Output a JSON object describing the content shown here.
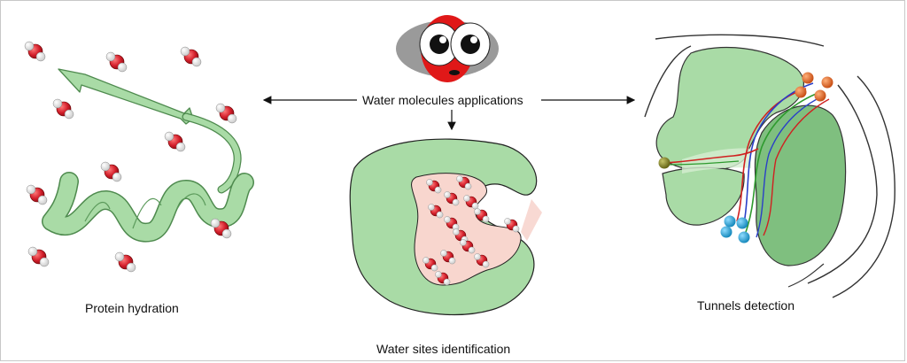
{
  "title": "Water molecules applications",
  "panels": {
    "hydration": "Protein hydration",
    "sites": "Water sites identification",
    "tunnels": "Tunnels detection"
  },
  "icons": [
    "mascot-face-icon",
    "water-molecule-icon",
    "protein-helix-icon",
    "protein-pocket-icon",
    "tunnel-paths-icon"
  ],
  "colors": {
    "protein": "#a9dba6",
    "protein_stroke": "#5b9a5b",
    "water_oxygen": "#d21e2a",
    "water_hydrogen": "#ffffff",
    "mascot_red": "#e01818",
    "cavity": "#f5c9c0",
    "tunnel_red": "#d02020",
    "tunnel_blue": "#2a3fc8",
    "tunnel_green": "#2e9a2e",
    "ball_orange": "#e0621e",
    "ball_cyan": "#1aa3d8",
    "ball_olive": "#7a7a1e"
  }
}
